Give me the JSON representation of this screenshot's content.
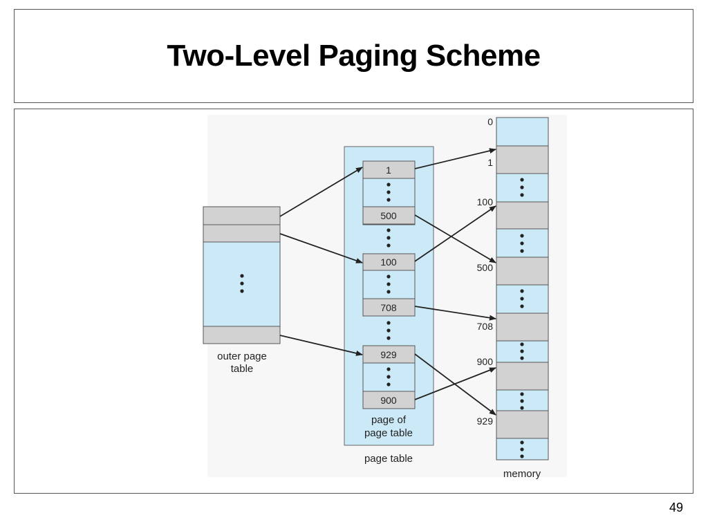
{
  "slide": {
    "title": "Two-Level Paging Scheme",
    "page_number": "49"
  },
  "diagram": {
    "outer_page_table_label": [
      "outer page",
      "table"
    ],
    "page_of_page_table_label": [
      "page of",
      "page table"
    ],
    "page_table_label": "page table",
    "memory_label": "memory",
    "page_table_entries": [
      "1",
      "500",
      "100",
      "708",
      "929",
      "900"
    ],
    "memory_addresses": [
      "0",
      "1",
      "100",
      "500",
      "708",
      "900",
      "929"
    ],
    "colors": {
      "light_blue": "#cce9f7",
      "gray": "#d2d2d2",
      "stroke": "#555555",
      "arrow": "#222222"
    }
  }
}
